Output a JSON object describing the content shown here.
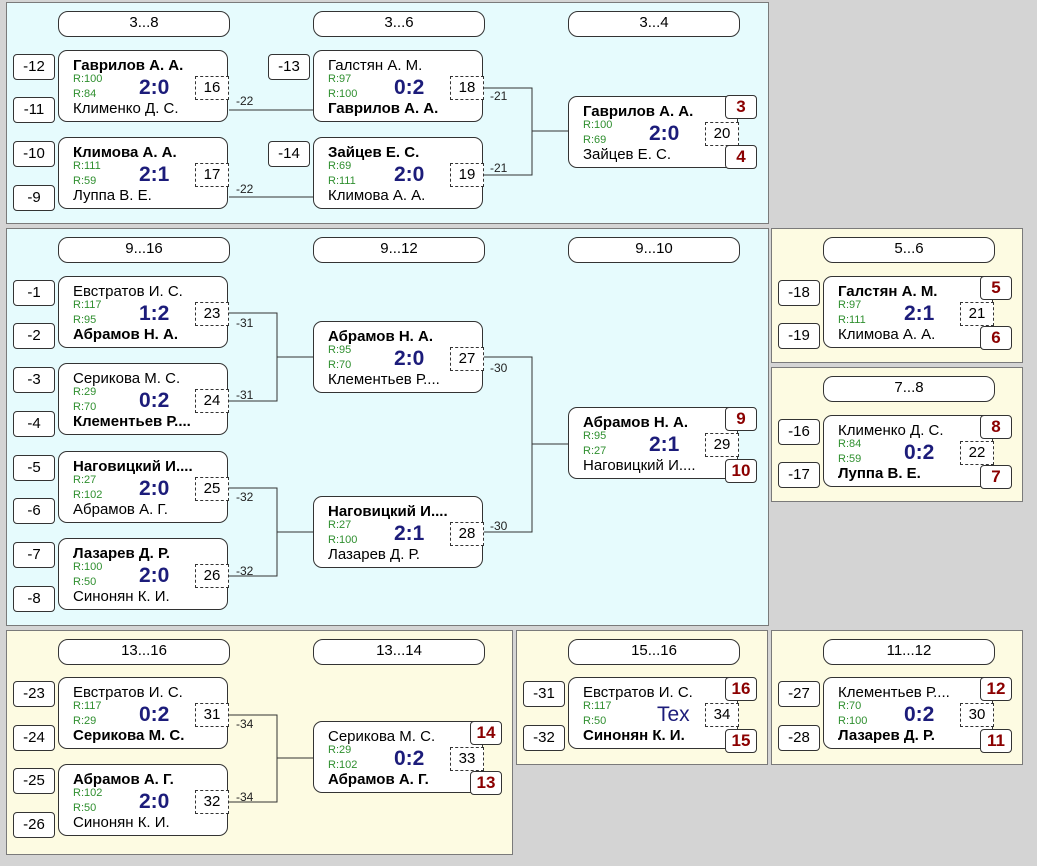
{
  "panels": [
    {
      "id": "p1",
      "headers": [
        {
          "label": "3...8"
        },
        {
          "label": "3...6"
        },
        {
          "label": "3...4"
        }
      ]
    },
    {
      "id": "p2",
      "headers": [
        {
          "label": "9...16"
        },
        {
          "label": "9...12"
        },
        {
          "label": "9...10"
        }
      ]
    },
    {
      "id": "p3",
      "headers": [
        {
          "label": "5...6"
        }
      ]
    },
    {
      "id": "p4",
      "headers": [
        {
          "label": "7...8"
        }
      ]
    },
    {
      "id": "p5",
      "headers": [
        {
          "label": "13...16"
        },
        {
          "label": "13...14"
        }
      ]
    },
    {
      "id": "p6",
      "headers": [
        {
          "label": "15...16"
        }
      ]
    },
    {
      "id": "p7",
      "headers": [
        {
          "label": "11...12"
        }
      ]
    }
  ],
  "seeds": [
    "-12",
    "-11",
    "-10",
    "-9",
    "-13",
    "-14",
    "-1",
    "-2",
    "-3",
    "-4",
    "-5",
    "-6",
    "-7",
    "-8",
    "-18",
    "-19",
    "-16",
    "-17",
    "-23",
    "-24",
    "-25",
    "-26",
    "-31",
    "-32",
    "-27",
    "-28"
  ],
  "matches": [
    {
      "p1": "Гаврилов А. А.",
      "p1_win": true,
      "r1": "R:100",
      "r2": "R:84",
      "score": "2:0",
      "p2": "Клименко Д. С.",
      "p2_win": false,
      "num": "16"
    },
    {
      "p1": "Климова А. А.",
      "p1_win": true,
      "r1": "R:111",
      "r2": "R:59",
      "score": "2:1",
      "p2": "Луппа В. Е.",
      "p2_win": false,
      "num": "17"
    },
    {
      "p1": "Галстян А. М.",
      "p1_win": false,
      "r1": "R:97",
      "r2": "R:100",
      "score": "0:2",
      "p2": "Гаврилов А. А.",
      "p2_win": true,
      "num": "18"
    },
    {
      "p1": "Зайцев Е. С.",
      "p1_win": true,
      "r1": "R:69",
      "r2": "R:111",
      "score": "2:0",
      "p2": "Климова А. А.",
      "p2_win": false,
      "num": "19"
    },
    {
      "p1": "Гаврилов А. А.",
      "p1_win": true,
      "r1": "R:100",
      "r2": "R:69",
      "score": "2:0",
      "p2": "Зайцев Е. С.",
      "p2_win": false,
      "num": "20"
    },
    {
      "p1": "Евстратов И. С.",
      "p1_win": false,
      "r1": "R:117",
      "r2": "R:95",
      "score": "1:2",
      "p2": "Абрамов Н. А.",
      "p2_win": true,
      "num": "23"
    },
    {
      "p1": "Серикова М. С.",
      "p1_win": false,
      "r1": "R:29",
      "r2": "R:70",
      "score": "0:2",
      "p2": "Клементьев Р....",
      "p2_win": true,
      "num": "24"
    },
    {
      "p1": "Наговицкий И....",
      "p1_win": true,
      "r1": "R:27",
      "r2": "R:102",
      "score": "2:0",
      "p2": "Абрамов А. Г.",
      "p2_win": false,
      "num": "25"
    },
    {
      "p1": "Лазарев Д. Р.",
      "p1_win": true,
      "r1": "R:100",
      "r2": "R:50",
      "score": "2:0",
      "p2": "Синонян К. И.",
      "p2_win": false,
      "num": "26"
    },
    {
      "p1": "Абрамов Н. А.",
      "p1_win": true,
      "r1": "R:95",
      "r2": "R:70",
      "score": "2:0",
      "p2": "Клементьев Р....",
      "p2_win": false,
      "num": "27"
    },
    {
      "p1": "Наговицкий И....",
      "p1_win": true,
      "r1": "R:27",
      "r2": "R:100",
      "score": "2:1",
      "p2": "Лазарев Д. Р.",
      "p2_win": false,
      "num": "28"
    },
    {
      "p1": "Абрамов Н. А.",
      "p1_win": true,
      "r1": "R:95",
      "r2": "R:27",
      "score": "2:1",
      "p2": "Наговицкий И....",
      "p2_win": false,
      "num": "29"
    },
    {
      "p1": "Галстян А. М.",
      "p1_win": true,
      "r1": "R:97",
      "r2": "R:111",
      "score": "2:1",
      "p2": "Климова А. А.",
      "p2_win": false,
      "num": "21"
    },
    {
      "p1": "Клименко Д. С.",
      "p1_win": false,
      "r1": "R:84",
      "r2": "R:59",
      "score": "0:2",
      "p2": "Луппа В. Е.",
      "p2_win": true,
      "num": "22"
    },
    {
      "p1": "Евстратов И. С.",
      "p1_win": false,
      "r1": "R:117",
      "r2": "R:29",
      "score": "0:2",
      "p2": "Серикова М. С.",
      "p2_win": true,
      "num": "31"
    },
    {
      "p1": "Абрамов А. Г.",
      "p1_win": true,
      "r1": "R:102",
      "r2": "R:50",
      "score": "2:0",
      "p2": "Синонян К. И.",
      "p2_win": false,
      "num": "32"
    },
    {
      "p1": "Серикова М. С.",
      "p1_win": false,
      "r1": "R:29",
      "r2": "R:102",
      "score": "0:2",
      "p2": "Абрамов А. Г.",
      "p2_win": true,
      "num": "33"
    },
    {
      "p1": "Евстратов И. С.",
      "p1_win": false,
      "r1": "R:117",
      "r2": "R:50",
      "score": "Tex",
      "p2": "Синонян К. И.",
      "p2_win": true,
      "num": "34"
    },
    {
      "p1": "Клементьев Р....",
      "p1_win": false,
      "r1": "R:70",
      "r2": "R:100",
      "score": "0:2",
      "p2": "Лазарев Д. Р.",
      "p2_win": true,
      "num": "30"
    }
  ],
  "places": [
    "3",
    "4",
    "9",
    "10",
    "5",
    "6",
    "8",
    "7",
    "14",
    "13",
    "16",
    "15",
    "12",
    "11"
  ],
  "loser_labels": [
    "-22",
    "-22",
    "-21",
    "-21",
    "-31",
    "-31",
    "-32",
    "-32",
    "-30",
    "-30",
    "-34",
    "-34"
  ],
  "colors": {
    "cyan_panel": "#e6fbfd",
    "yellow_panel": "#fdfbe2",
    "score": "#1c1c7a",
    "rating": "#2f8f2f",
    "place": "#8b0000"
  }
}
